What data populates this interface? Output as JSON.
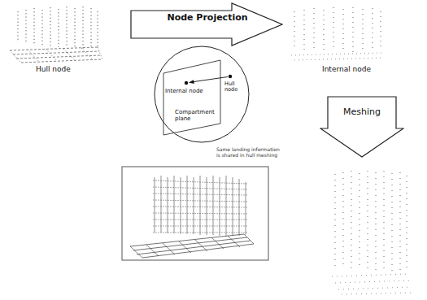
{
  "diagram": {
    "nodes": [
      {
        "text": [
          "Node Projection"
        ]
      },
      {
        "text": [
          "Internal node",
          "Hull node",
          "Compartment plane"
        ]
      },
      {
        "text": [
          "Meshing"
        ]
      }
    ],
    "labels": [
      "Hull node",
      "Internal node",
      "Same landing information is shared in hull meshing"
    ]
  }
}
